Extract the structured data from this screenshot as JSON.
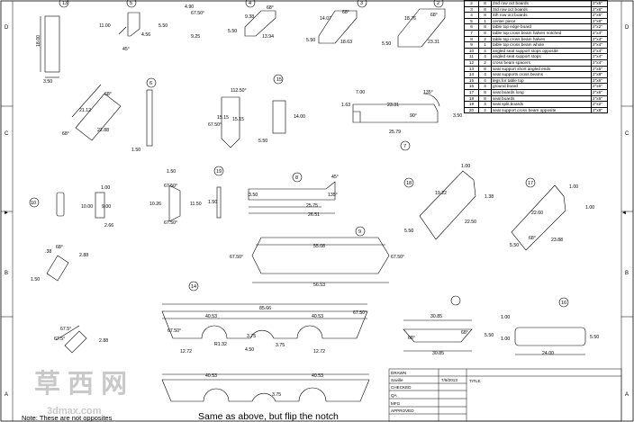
{
  "zones": {
    "right": [
      "D",
      "C",
      "B",
      "A"
    ],
    "left": [
      "D",
      "C",
      "B",
      "A"
    ]
  },
  "balloons": [
    "13",
    "5",
    "4",
    "3",
    "2",
    "6",
    "15",
    "7",
    "10",
    "19",
    "8",
    "18",
    "17",
    "9",
    "14",
    "16"
  ],
  "bom": [
    {
      "item": "2",
      "qty": "8",
      "desc": "2nd row oct boards",
      "size": "2\"x6\""
    },
    {
      "item": "3",
      "qty": "8",
      "desc": "3rd row oct boards",
      "size": "2\"x6\""
    },
    {
      "item": "4",
      "qty": "8",
      "desc": "4th row oct boards",
      "size": "2\"x6\""
    },
    {
      "item": "5",
      "qty": "1",
      "desc": "center piece",
      "size": "2\"x6\""
    },
    {
      "item": "6",
      "qty": "8",
      "desc": "table top edge board",
      "size": "2\"x2\""
    },
    {
      "item": "7",
      "qty": "8",
      "desc": "table top cross beam halves notched",
      "size": "2\"x4\""
    },
    {
      "item": "8",
      "qty": "2",
      "desc": "table top cross beam halves",
      "size": "2\"x4\""
    },
    {
      "item": "9",
      "qty": "1",
      "desc": "table top cross beam whole",
      "size": "2\"x4\""
    },
    {
      "item": "10",
      "qty": "4",
      "desc": "angled seat support stops opposite",
      "size": "2\"x4\""
    },
    {
      "item": "11",
      "qty": "4",
      "desc": "angled seat support stops",
      "size": "2\"x4\""
    },
    {
      "item": "12",
      "qty": "2",
      "desc": "cross beam spacers",
      "size": "2\"x4\""
    },
    {
      "item": "13",
      "qty": "8",
      "desc": "seat support short angled ends",
      "size": "2\"x6\""
    },
    {
      "item": "14",
      "qty": "4",
      "desc": "seat supports cross beams",
      "size": "2\"x8\""
    },
    {
      "item": "15",
      "qty": "4",
      "desc": "legs for table top",
      "size": "2\"x6\""
    },
    {
      "item": "16",
      "qty": "4",
      "desc": "ground board",
      "size": "2\"x6\""
    },
    {
      "item": "17",
      "qty": "8",
      "desc": "seat boards long",
      "size": "2\"x6\""
    },
    {
      "item": "18",
      "qty": "8",
      "desc": "seat boards",
      "size": "2\"x6\""
    },
    {
      "item": "19",
      "qty": "4",
      "desc": "seat split boards",
      "size": "2\"x2\""
    },
    {
      "item": "20",
      "qty": "2",
      "desc": "seat support cross beam opposite",
      "size": "2\"x8\""
    }
  ],
  "dims": {
    "d13a": "3.50",
    "d13b": "18.00",
    "d5a": "4.90",
    "d5b": "67.50°",
    "d5c": "11.00",
    "d5d": "5.50",
    "d5e": "4.56",
    "d5f": "9.25",
    "d5g": "45°",
    "d4a": "9.38",
    "d4b": "68°",
    "d4c": "5.50",
    "d4d": "13.94",
    "d3a": "14.07",
    "d3b": "68°",
    "d3c": "5.50",
    "d3d": "18.63",
    "d2a": "18.76",
    "d2b": "68°",
    "d2c": "5.50",
    "d2d": "23.31",
    "d11a": "21.12",
    "d11b": "68°",
    "d11c": "68°",
    "d11d": "22.88",
    "d6a": "1.50",
    "d12a": "112.50°",
    "d12b": "67.50°",
    "d12c": "15.15",
    "d12d": "15.15",
    "d15a": "14.00",
    "d15b": "5.50",
    "d7a": "7.00",
    "d7b": "135°",
    "d7c": "1.63",
    "d7d": "23.31",
    "d7e": "90°",
    "d7f": "3.50",
    "d7g": "25.79",
    "d10a": "1.00",
    "d10b": "10.00",
    "d10c": "9.00",
    "d10d": "2.66",
    "d20a": "1.50",
    "d20b": "67.50°",
    "d20c": "10.26",
    "d20d": "11.50",
    "d20e": "67.50°",
    "d19a": "1.50",
    "d8a": "3.50",
    "d8b": "135°",
    "d8c": "45°",
    "d8d": "25.75",
    "d8e": "26.51",
    "d18a": "1.00",
    "d18b": "19.22",
    "d18c": "1.38",
    "d18d": "22.50",
    "d18e": "5.50",
    "d17a": "1.00",
    "d17b": "22.60",
    "d17c": "1.00",
    "d17d": "68°",
    "d17e": "23.88",
    "d17f": "5.50",
    "d16a": ".38",
    "d16b": "68°",
    "d16c": "2.88",
    "d16d": "1.50",
    "d9a": "55.08",
    "d9b": "67.50°",
    "d9c": "67.50°",
    "d9d": "56.53",
    "d14a": "85.66",
    "d14b": "40.53",
    "d14c": "40.53",
    "d14d": "67.50°",
    "d14e": "67.50°",
    "d14f": "3.75",
    "d14g": "12.72",
    "d14h": "R1.32",
    "d14i": "4.50",
    "d14j": "3.75",
    "d14k": "12.72",
    "dlegA": "30.85",
    "dlegB": "68°",
    "dlegC": "68°",
    "dlegD": "5.50",
    "dlegE": "30.85",
    "dgrA": "1.00",
    "dgrB": "1.00",
    "dgrC": "5.50",
    "dgrD": "24.00",
    "dstA": "67.5°",
    "dstB": "67.5°",
    "dstC": "2.88",
    "dbot1": "40.53",
    "dbot2": "40.53",
    "dbot3": "3.75"
  },
  "title_block": {
    "drawn": "DRAWN",
    "name": "Saville",
    "date": "7/9/2013",
    "checked": "CHECKED",
    "qa": "QA",
    "mfg": "MFG",
    "approved": "APPROVED",
    "title": "TITLE"
  },
  "caption": "Same as above, but flip the notch",
  "note": "Note: These are not opposites",
  "watermark": {
    "main": "草 西 网",
    "url": "3dmax.com"
  }
}
